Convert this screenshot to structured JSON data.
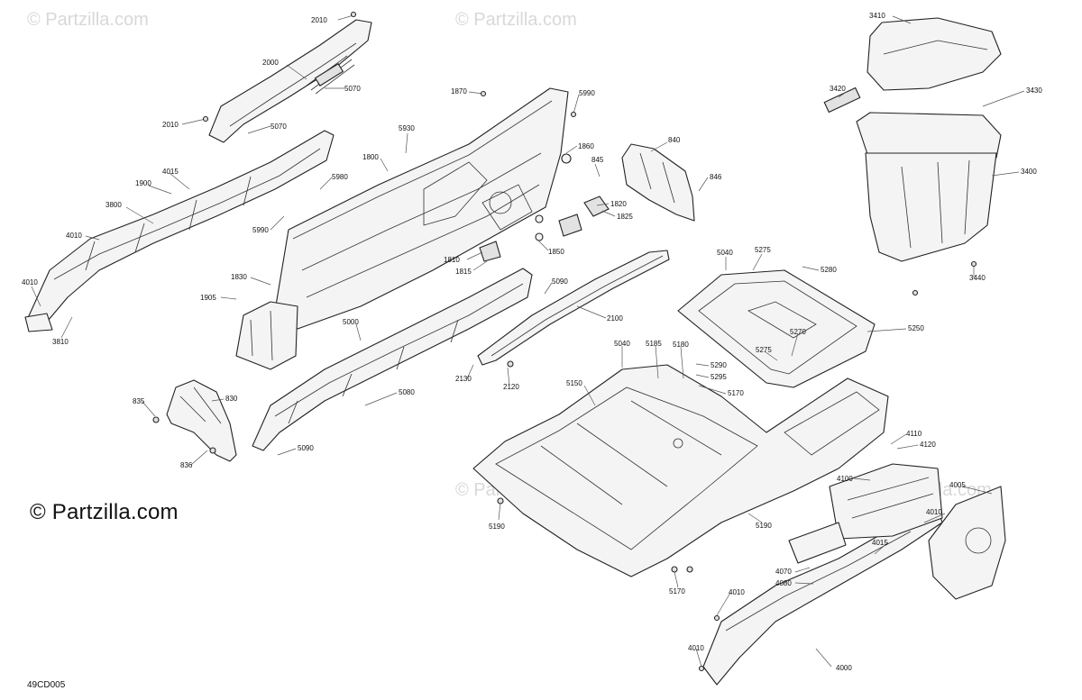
{
  "watermark": "© Partzilla.com",
  "copyright": "© Partzilla.com",
  "drawing_code": "49CD005",
  "callouts": [
    {
      "id": "2010a",
      "label": "2010"
    },
    {
      "id": "2000",
      "label": "2000"
    },
    {
      "id": "5070a",
      "label": "5070"
    },
    {
      "id": "2010b",
      "label": "2010"
    },
    {
      "id": "5070b",
      "label": "5070"
    },
    {
      "id": "4015a",
      "label": "4015"
    },
    {
      "id": "1900",
      "label": "1900"
    },
    {
      "id": "3800",
      "label": "3800"
    },
    {
      "id": "4010a",
      "label": "4010"
    },
    {
      "id": "4010b",
      "label": "4010"
    },
    {
      "id": "3810",
      "label": "3810"
    },
    {
      "id": "1870",
      "label": "1870"
    },
    {
      "id": "5990a",
      "label": "5990"
    },
    {
      "id": "5930",
      "label": "5930"
    },
    {
      "id": "1800",
      "label": "1800"
    },
    {
      "id": "5980",
      "label": "5980"
    },
    {
      "id": "5990b",
      "label": "5990"
    },
    {
      "id": "1860",
      "label": "1860"
    },
    {
      "id": "845",
      "label": "845"
    },
    {
      "id": "840",
      "label": "840"
    },
    {
      "id": "846",
      "label": "846"
    },
    {
      "id": "1820",
      "label": "1820"
    },
    {
      "id": "1825",
      "label": "1825"
    },
    {
      "id": "1850",
      "label": "1850"
    },
    {
      "id": "1810",
      "label": "1810"
    },
    {
      "id": "1815",
      "label": "1815"
    },
    {
      "id": "1830",
      "label": "1830"
    },
    {
      "id": "1905",
      "label": "1905"
    },
    {
      "id": "5090a",
      "label": "5090"
    },
    {
      "id": "2100",
      "label": "2100"
    },
    {
      "id": "5000",
      "label": "5000"
    },
    {
      "id": "2130",
      "label": "2130"
    },
    {
      "id": "2120",
      "label": "2120"
    },
    {
      "id": "5080",
      "label": "5080"
    },
    {
      "id": "835",
      "label": "835"
    },
    {
      "id": "830",
      "label": "830"
    },
    {
      "id": "836",
      "label": "836"
    },
    {
      "id": "5090b",
      "label": "5090"
    },
    {
      "id": "3410",
      "label": "3410"
    },
    {
      "id": "3420",
      "label": "3420"
    },
    {
      "id": "3430",
      "label": "3430"
    },
    {
      "id": "3400",
      "label": "3400"
    },
    {
      "id": "3440",
      "label": "3440"
    },
    {
      "id": "5040a",
      "label": "5040"
    },
    {
      "id": "5275a",
      "label": "5275"
    },
    {
      "id": "5280",
      "label": "5280"
    },
    {
      "id": "5250",
      "label": "5250"
    },
    {
      "id": "5270",
      "label": "5270"
    },
    {
      "id": "5275b",
      "label": "5275"
    },
    {
      "id": "5040b",
      "label": "5040"
    },
    {
      "id": "5185",
      "label": "5185"
    },
    {
      "id": "5180",
      "label": "5180"
    },
    {
      "id": "5290",
      "label": "5290"
    },
    {
      "id": "5295",
      "label": "5295"
    },
    {
      "id": "5170a",
      "label": "5170"
    },
    {
      "id": "5150",
      "label": "5150"
    },
    {
      "id": "5190a",
      "label": "5190"
    },
    {
      "id": "5190b",
      "label": "5190"
    },
    {
      "id": "5170b",
      "label": "5170"
    },
    {
      "id": "4110",
      "label": "4110"
    },
    {
      "id": "4120",
      "label": "4120"
    },
    {
      "id": "4005",
      "label": "4005"
    },
    {
      "id": "4100",
      "label": "4100"
    },
    {
      "id": "4010c",
      "label": "4010"
    },
    {
      "id": "4015b",
      "label": "4015"
    },
    {
      "id": "4070",
      "label": "4070"
    },
    {
      "id": "4080",
      "label": "4080"
    },
    {
      "id": "4010d",
      "label": "4010"
    },
    {
      "id": "4010e",
      "label": "4010"
    },
    {
      "id": "4000",
      "label": "4000"
    }
  ]
}
